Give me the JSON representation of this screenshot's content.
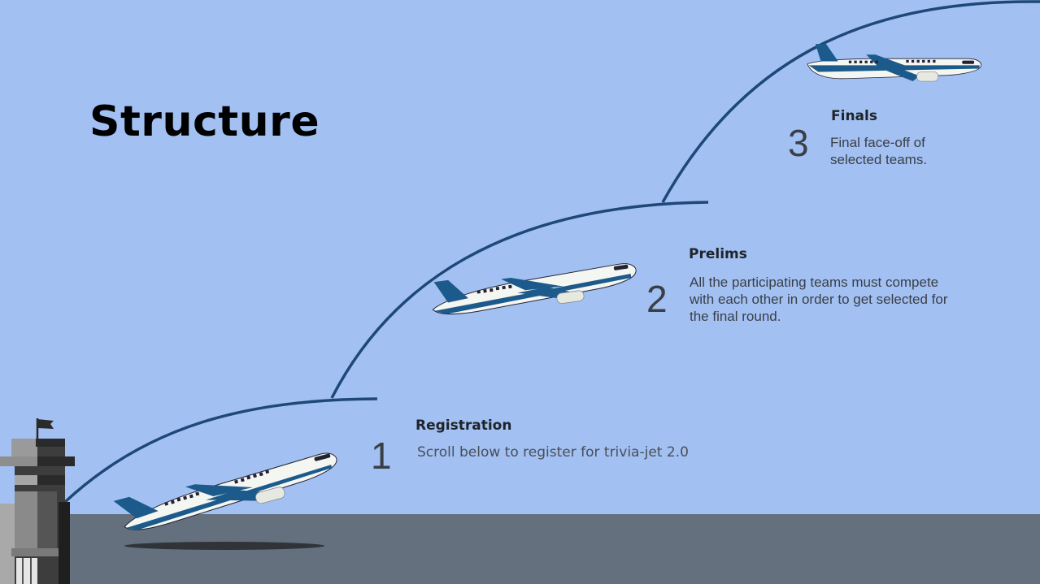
{
  "page": {
    "title": "Structure"
  },
  "steps": [
    {
      "number": "1",
      "title": "Registration",
      "description": "Scroll below to register for trivia-jet 2.0"
    },
    {
      "number": "2",
      "title": "Prelims",
      "description_lines": [
        "All the participating teams must compete",
        "with each other in order to get selected for",
        "the final round."
      ]
    },
    {
      "number": "3",
      "title": "Finals",
      "description_lines": [
        "Final face-off of",
        "selected teams."
      ]
    }
  ],
  "colors": {
    "sky": "#a2c0f2",
    "ground": "#64707d",
    "flight_path": "#1d4877",
    "plane_accent": "#1d5a8c"
  }
}
